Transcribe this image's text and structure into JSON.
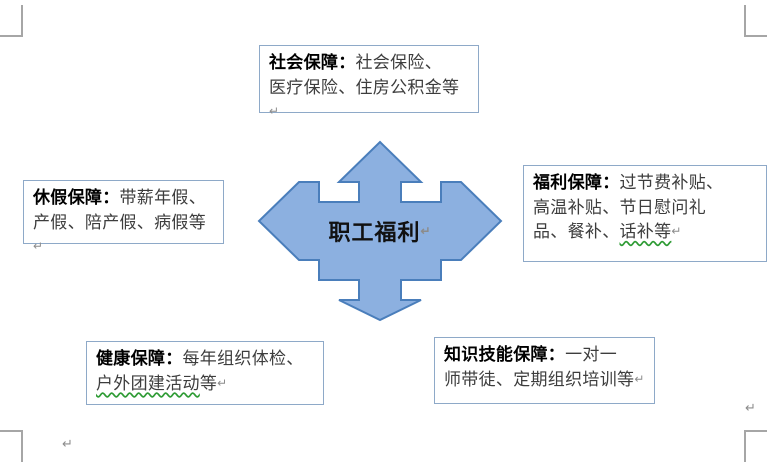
{
  "document": {
    "title": "职工福利",
    "page_marks": {
      "paragraph_mark": "↵",
      "bottom_left_paragraph_mark": "↵",
      "bottom_right_paragraph_mark": "↵"
    }
  },
  "center_shape": {
    "type": "quad-arrow",
    "label": "职工福利",
    "paragraph_mark": "↵",
    "fill_color": "#8cb0e0",
    "border_color": "#4a7ebb"
  },
  "boxes": [
    {
      "id": "social-security",
      "position": "top",
      "label": "社会保障：",
      "body": "社会保险、医疗保险、住房公积金等",
      "body_line1": "社会保险、",
      "body_line2": "医疗保险、住房公积金等",
      "paragraph_mark": "↵",
      "spellcheck_text": "",
      "border_color": "#8ea9c8"
    },
    {
      "id": "leave-security",
      "position": "left",
      "label": "休假保障：",
      "body": "带薪年假、产假、陪产假、病假等",
      "body_line1": "带薪年假、",
      "body_line2": "产假、陪产假、病假等",
      "paragraph_mark": "↵",
      "spellcheck_text": "",
      "border_color": "#8ea9c8"
    },
    {
      "id": "welfare-security",
      "position": "right",
      "label": "福利保障：",
      "body": "过节费补贴、高温补贴、节日慰问礼品、餐补、话补等",
      "body_line1": "过节费补贴、",
      "body_line2": "高温补贴、节日慰问礼",
      "body_line3a": "品、餐补、",
      "body_line3b": "话补等",
      "paragraph_mark": "↵",
      "spellcheck_text": "话补等",
      "border_color": "#8ea9c8"
    },
    {
      "id": "health-security",
      "position": "bottom-left",
      "label": "健康保障：",
      "body": "每年组织体检、户外团建活动等",
      "body_line1": "每年组织体检、",
      "body_line2a": "户外团建活动",
      "body_line2b": "等",
      "paragraph_mark": "↵",
      "spellcheck_text": "户外团建活动",
      "border_color": "#8ea9c8"
    },
    {
      "id": "skill-security",
      "position": "bottom-right",
      "label": "知识技能保障：",
      "body": "一对一师带徒、定期组织培训等",
      "body_line1": "一对一",
      "body_line2": "师带徒、定期组织培训等",
      "paragraph_mark": "↵",
      "spellcheck_text": "",
      "border_color": "#8ea9c8"
    }
  ]
}
